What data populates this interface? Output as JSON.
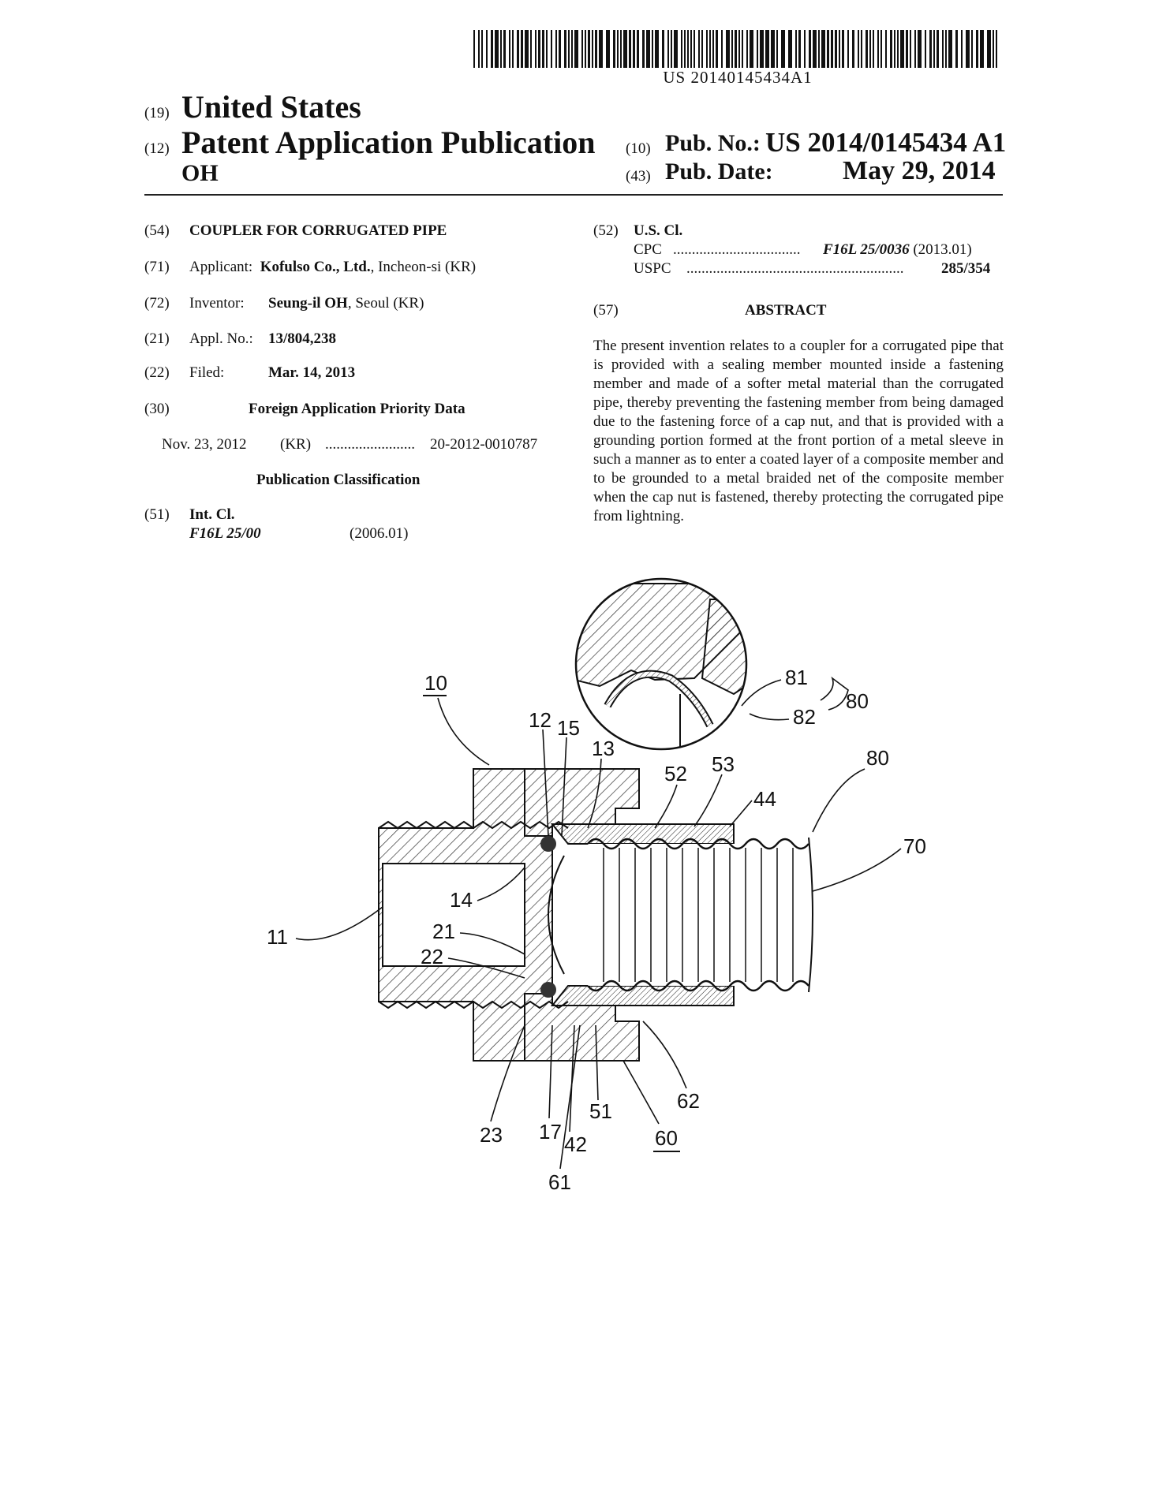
{
  "barcode": {
    "number": "US 20140145434A1"
  },
  "header": {
    "code19": "(19)",
    "country": "United States",
    "code12": "(12)",
    "doc_type": "Patent Application Publication",
    "inventor_short": "OH",
    "code10": "(10)",
    "pub_no_label": "Pub. No.:",
    "pub_no": "US 2014/0145434 A1",
    "code43": "(43)",
    "pub_date_label": "Pub. Date:",
    "pub_date": "May 29, 2014"
  },
  "left_col": {
    "f54": {
      "code": "(54)",
      "title": "COUPLER FOR CORRUGATED PIPE"
    },
    "f71": {
      "code": "(71)",
      "label": "Applicant:",
      "name": "Kofulso Co., Ltd.",
      "rest": ", Incheon-si (KR)"
    },
    "f72": {
      "code": "(72)",
      "label": "Inventor:",
      "name": "Seung-il OH",
      "rest": ", Seoul (KR)"
    },
    "f21": {
      "code": "(21)",
      "label": "Appl. No.:",
      "value": "13/804,238"
    },
    "f22": {
      "code": "(22)",
      "label": "Filed:",
      "value": "Mar. 14, 2013"
    },
    "f30": {
      "code": "(30)",
      "heading": "Foreign Application Priority Data"
    },
    "priority": {
      "date": "Nov. 23, 2012",
      "country": "(KR)",
      "dots": "........................",
      "number": "20-2012-0010787"
    },
    "pub_class_heading": "Publication Classification",
    "f51": {
      "code": "(51)",
      "label": "Int. Cl.",
      "class": "F16L 25/00",
      "year": "(2006.01)"
    }
  },
  "right_col": {
    "f52": {
      "code": "(52)",
      "label": "U.S. Cl."
    },
    "cpc": {
      "label": "CPC",
      "dots": "..................................",
      "class": "F16L 25/0036",
      "year": "(2013.01)"
    },
    "uspc": {
      "label": "USPC",
      "dots": "..........................................................",
      "value": "285/354"
    },
    "f57": {
      "code": "(57)",
      "heading": "ABSTRACT"
    },
    "abstract": "The present invention relates to a coupler for a corrugated pipe that is provided with a sealing member mounted inside a fastening member and made of a softer metal material than the corrugated pipe, thereby preventing the fastening member from being damaged due to the fastening force of a cap nut, and that is provided with a grounding portion formed at the front portion of a metal sleeve in such a manner as to enter a coated layer of a composite member and to be grounded to a metal braided net of the composite member when the cap nut is fastened, thereby protecting the corrugated pipe from lightning."
  },
  "figure": {
    "labels": {
      "n10": "10",
      "n12": "12",
      "n15": "15",
      "n13": "13",
      "n52": "52",
      "n53": "53",
      "n44": "44",
      "n80a": "80",
      "n81": "81",
      "n82": "82",
      "n80b": "80",
      "n70": "70",
      "n14": "14",
      "n11": "11",
      "n21": "21",
      "n22": "22",
      "n23": "23",
      "n17": "17",
      "n42": "42",
      "n61": "61",
      "n51": "51",
      "n62": "62",
      "n60": "60"
    }
  }
}
